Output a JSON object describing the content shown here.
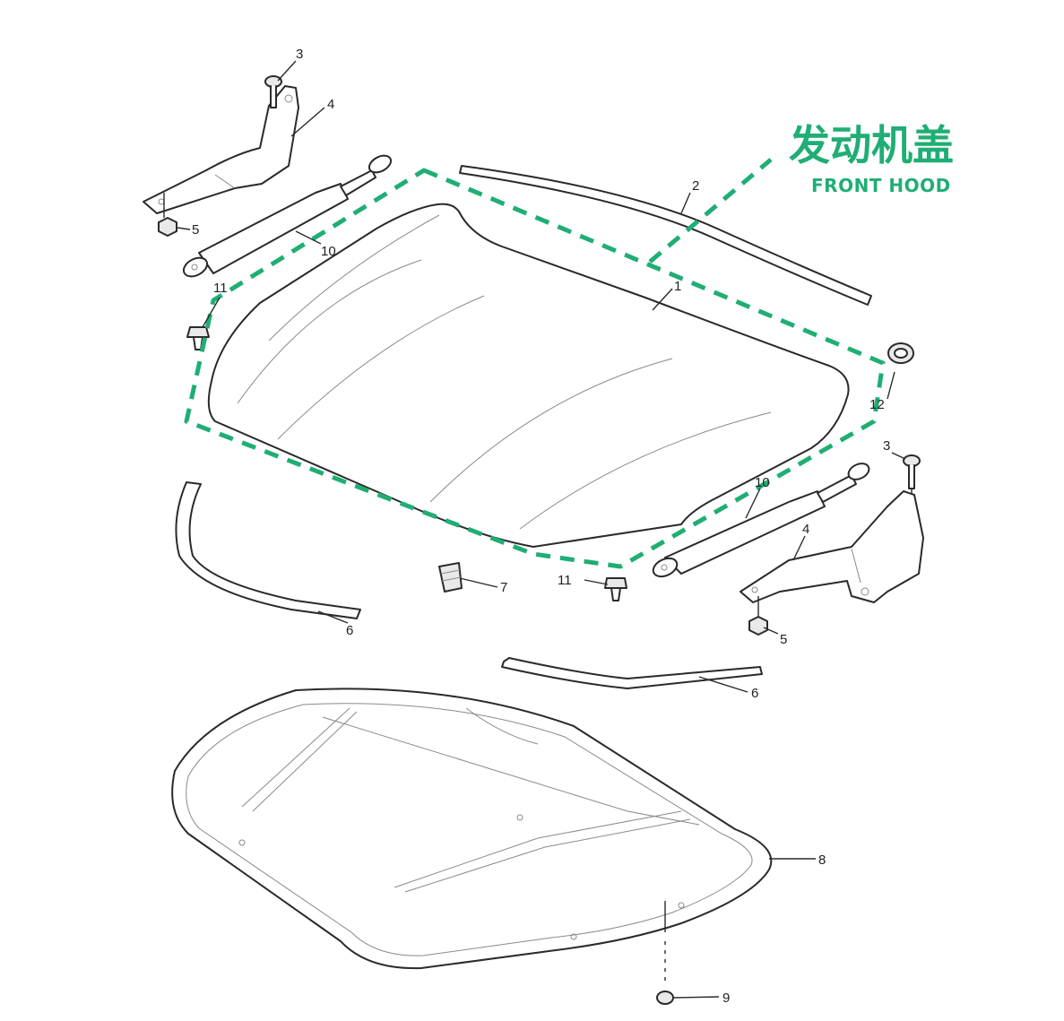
{
  "title": {
    "chinese": "发动机盖",
    "english": "FRONT HOOD"
  },
  "colors": {
    "highlight": "#1fae74",
    "line": "#2a2a2a",
    "background": "#ffffff"
  },
  "callouts": {
    "c1": "1",
    "c2": "2",
    "c3a": "3",
    "c3b": "3",
    "c4a": "4",
    "c4b": "4",
    "c5a": "5",
    "c5b": "5",
    "c6a": "6",
    "c6b": "6",
    "c7": "7",
    "c8": "8",
    "c9": "9",
    "c10a": "10",
    "c10b": "10",
    "c11a": "11",
    "c11b": "11",
    "c12": "12"
  }
}
